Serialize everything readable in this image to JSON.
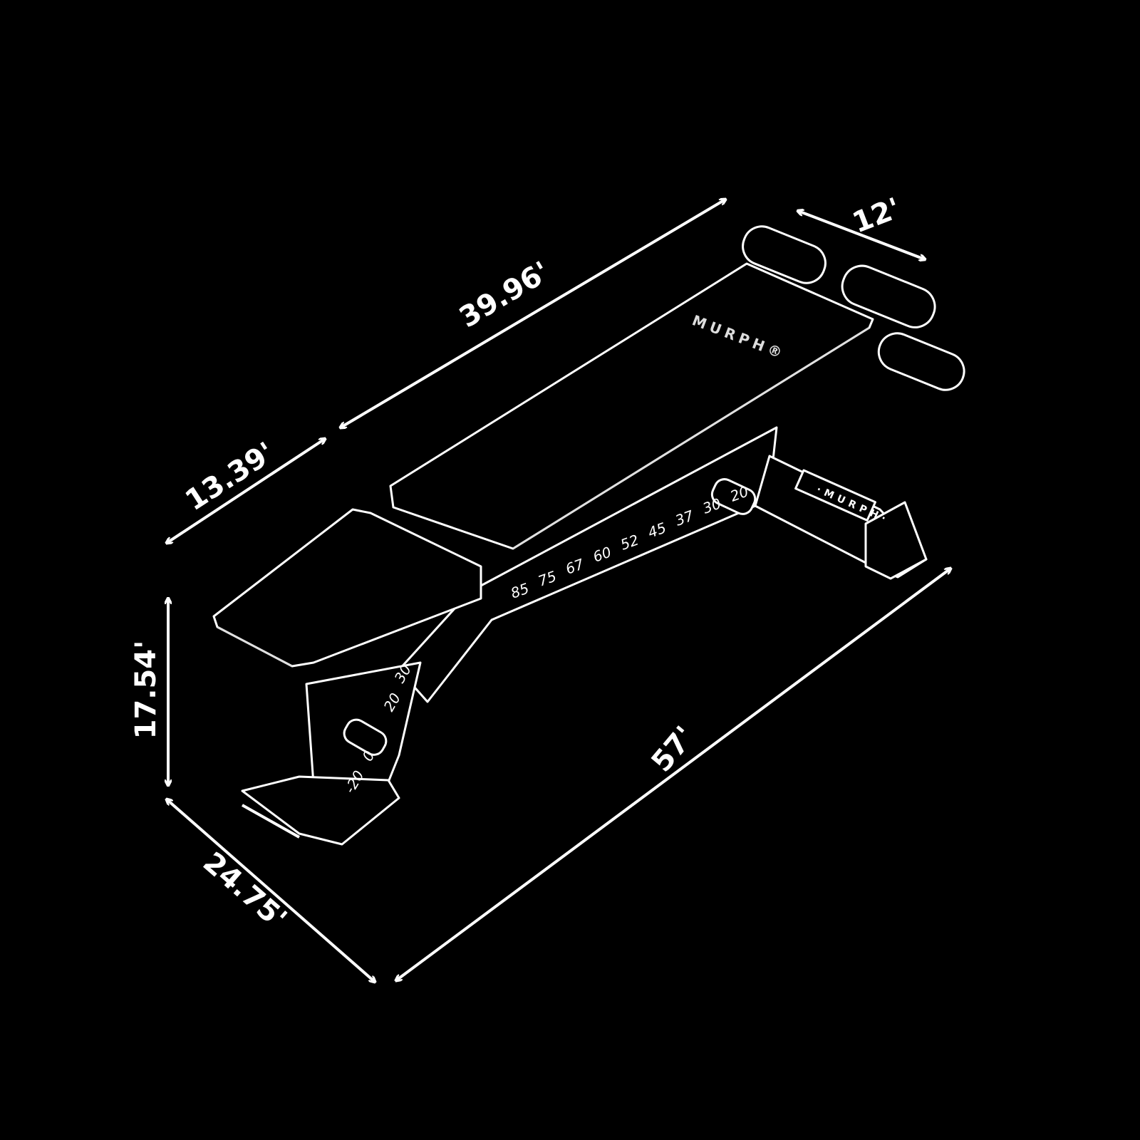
{
  "brand": "MURPH®",
  "brand_plate": "·MURPH·",
  "dimensions": {
    "length_top": "39.96'",
    "roller_width": "12'",
    "seat_length": "13.39'",
    "height": "17.54'",
    "width": "24.75'",
    "total_length": "57'"
  },
  "back_angles": [
    "85",
    "75",
    "67",
    "60",
    "52",
    "45",
    "37",
    "30",
    "20"
  ],
  "seat_angles": [
    "30",
    "20",
    "0",
    "-20"
  ],
  "colors": {
    "background": "#000000",
    "line": "#ffffff"
  }
}
